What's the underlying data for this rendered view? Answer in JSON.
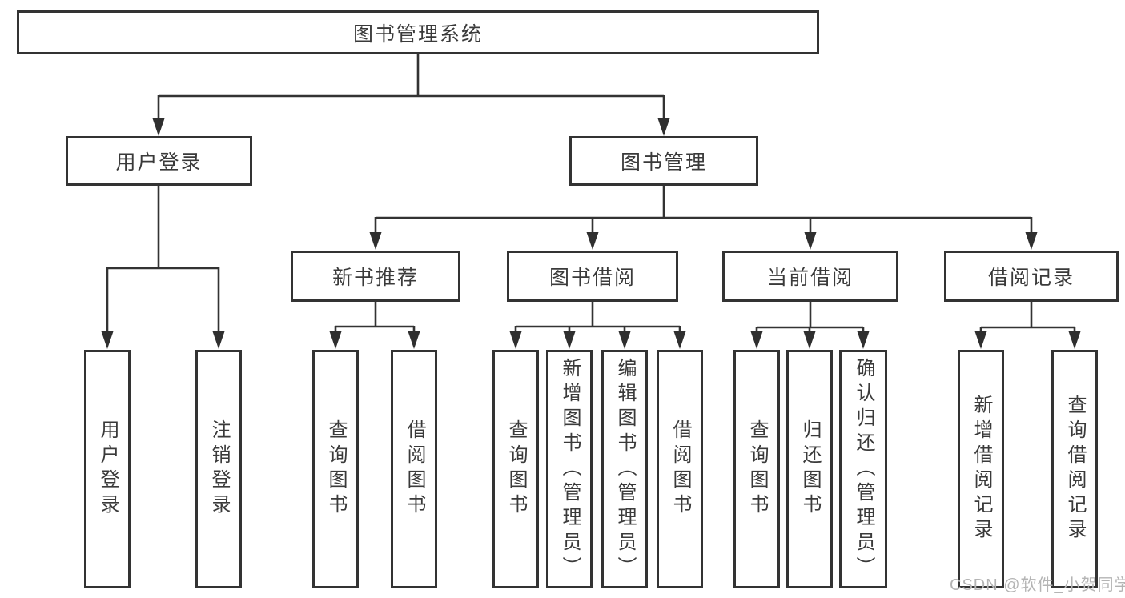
{
  "tree": {
    "root": {
      "label": "图书管理系统",
      "children": [
        {
          "label": "用户登录",
          "children": [
            {
              "label": "用户登录"
            },
            {
              "label": "注销登录"
            }
          ]
        },
        {
          "label": "图书管理",
          "children": [
            {
              "label": "新书推荐",
              "children": [
                {
                  "label": "查询图书"
                },
                {
                  "label": "借阅图书"
                }
              ]
            },
            {
              "label": "图书借阅",
              "children": [
                {
                  "label": "查询图书"
                },
                {
                  "label": "新增图书（管理员）"
                },
                {
                  "label": "编辑图书（管理员）"
                },
                {
                  "label": "借阅图书"
                }
              ]
            },
            {
              "label": "当前借阅",
              "children": [
                {
                  "label": "查询图书"
                },
                {
                  "label": "归还图书"
                },
                {
                  "label": "确认归还（管理员）"
                }
              ]
            },
            {
              "label": "借阅记录",
              "children": [
                {
                  "label": "新增借阅记录"
                },
                {
                  "label": "查询借阅记录"
                }
              ]
            }
          ]
        }
      ]
    }
  },
  "watermark": {
    "text": "CSDN @软件_小贺同学"
  },
  "colors": {
    "line": "#333333",
    "text": "#3a3a3a",
    "box_background": "#ffffff",
    "watermark": "#b4b4b4",
    "page_background": "#ffffff"
  }
}
